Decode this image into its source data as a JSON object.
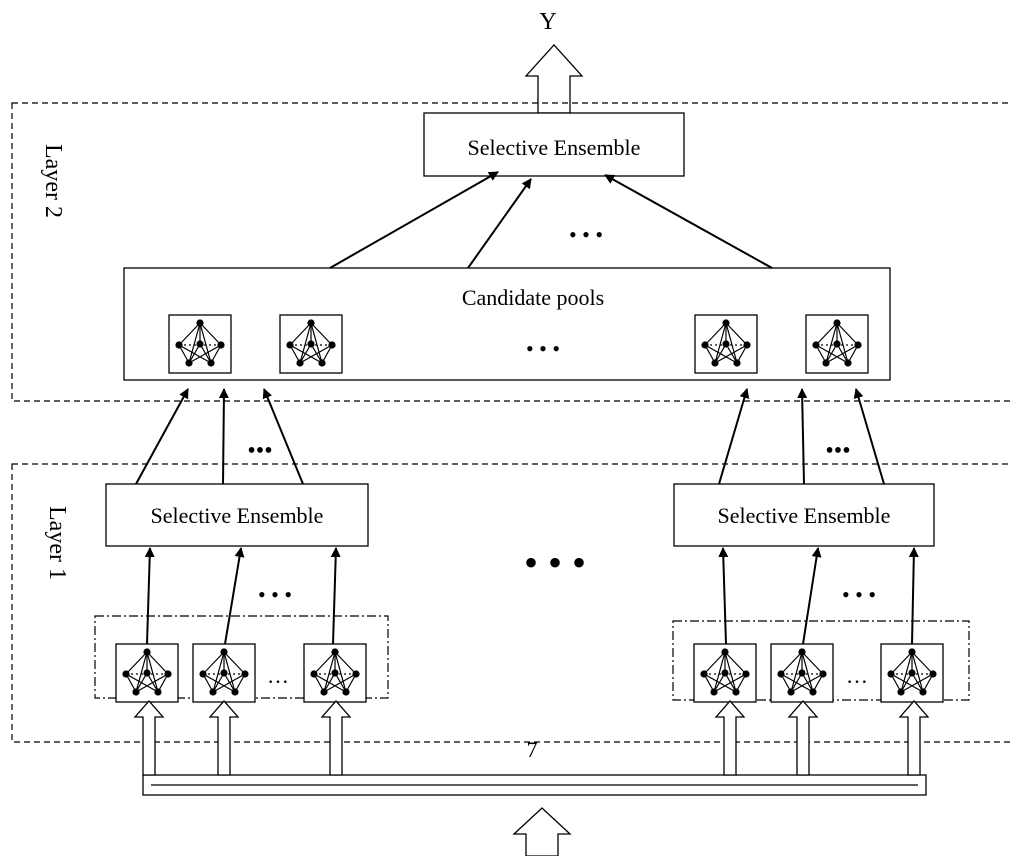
{
  "output_label": "Y",
  "layer2": {
    "label": "Layer 2",
    "ensemble_label": "Selective Ensemble",
    "pool_label": "Candidate pools",
    "top_dots": "• • •",
    "pool_dots": "• • •"
  },
  "layer1": {
    "label": "Layer 1",
    "left_ensemble_label": "Selective Ensemble",
    "right_ensemble_label": "Selective Ensemble",
    "middle_dots": "• • •",
    "left_up_dots": "•••",
    "right_up_dots": "•••",
    "left_in_dots": "• • •",
    "right_in_dots": "• • •",
    "left_net_dots": "…",
    "right_net_dots": "…"
  },
  "bus_label": "7",
  "colors": {
    "stroke": "#000000",
    "background": "#ffffff"
  }
}
